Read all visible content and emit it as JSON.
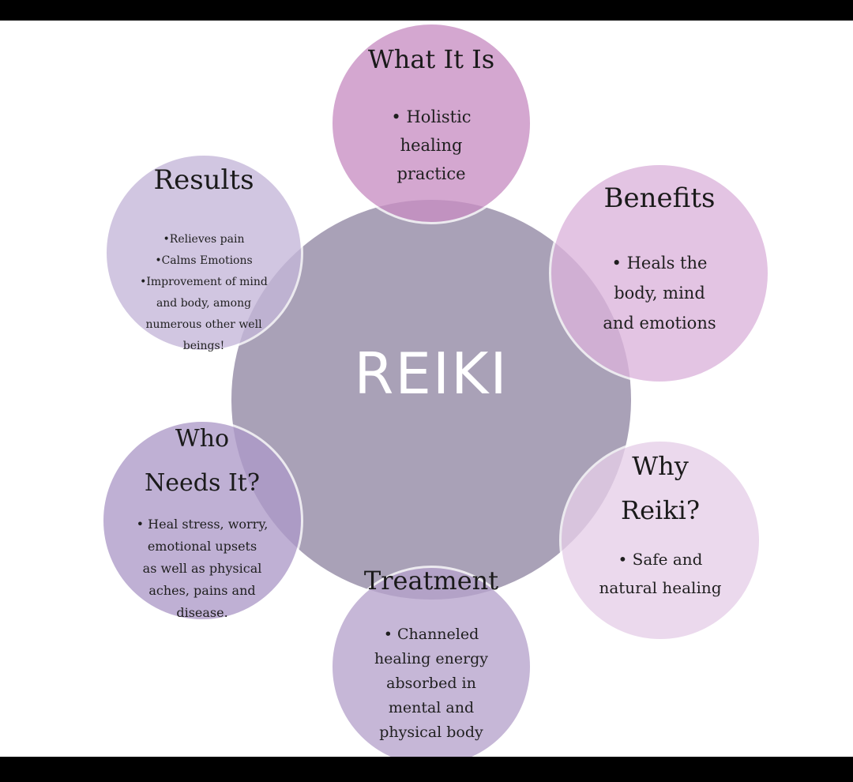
{
  "center": {
    "label": "REIKI"
  },
  "nodes": {
    "what_it_is": {
      "title": "What It Is",
      "lines": [
        "• Holistic",
        "healing",
        "practice"
      ]
    },
    "benefits": {
      "title": "Benefits",
      "lines": [
        "• Heals the",
        "body, mind",
        "and emotions"
      ]
    },
    "why_reiki": {
      "title_lines": [
        "Why",
        "Reiki?"
      ],
      "lines": [
        "• Safe and",
        "natural healing"
      ]
    },
    "treatment": {
      "title": "Treatment",
      "lines": [
        "• Channeled",
        "healing energy",
        "absorbed in",
        "mental and",
        "physical body"
      ]
    },
    "who_needs": {
      "title_lines": [
        "Who",
        "Needs It?"
      ],
      "lines": [
        "• Heal stress, worry,",
        "emotional upsets",
        "as well as physical",
        "aches, pains and",
        "disease."
      ]
    },
    "results": {
      "title": "Results",
      "lines": [
        "•Relieves pain",
        "•Calms Emotions",
        "•Improvement of mind",
        "and body, among",
        "numerous other well",
        "beings!"
      ]
    }
  },
  "colors": {
    "center": "#a59cb4",
    "what_it_is": "#c88fc3",
    "benefits": "#dcb4dc",
    "why_reiki": "#e6cfe8",
    "treatment": "#b7a3cc",
    "who_needs": "#ae9ac9",
    "results": "#c5b7d9"
  }
}
